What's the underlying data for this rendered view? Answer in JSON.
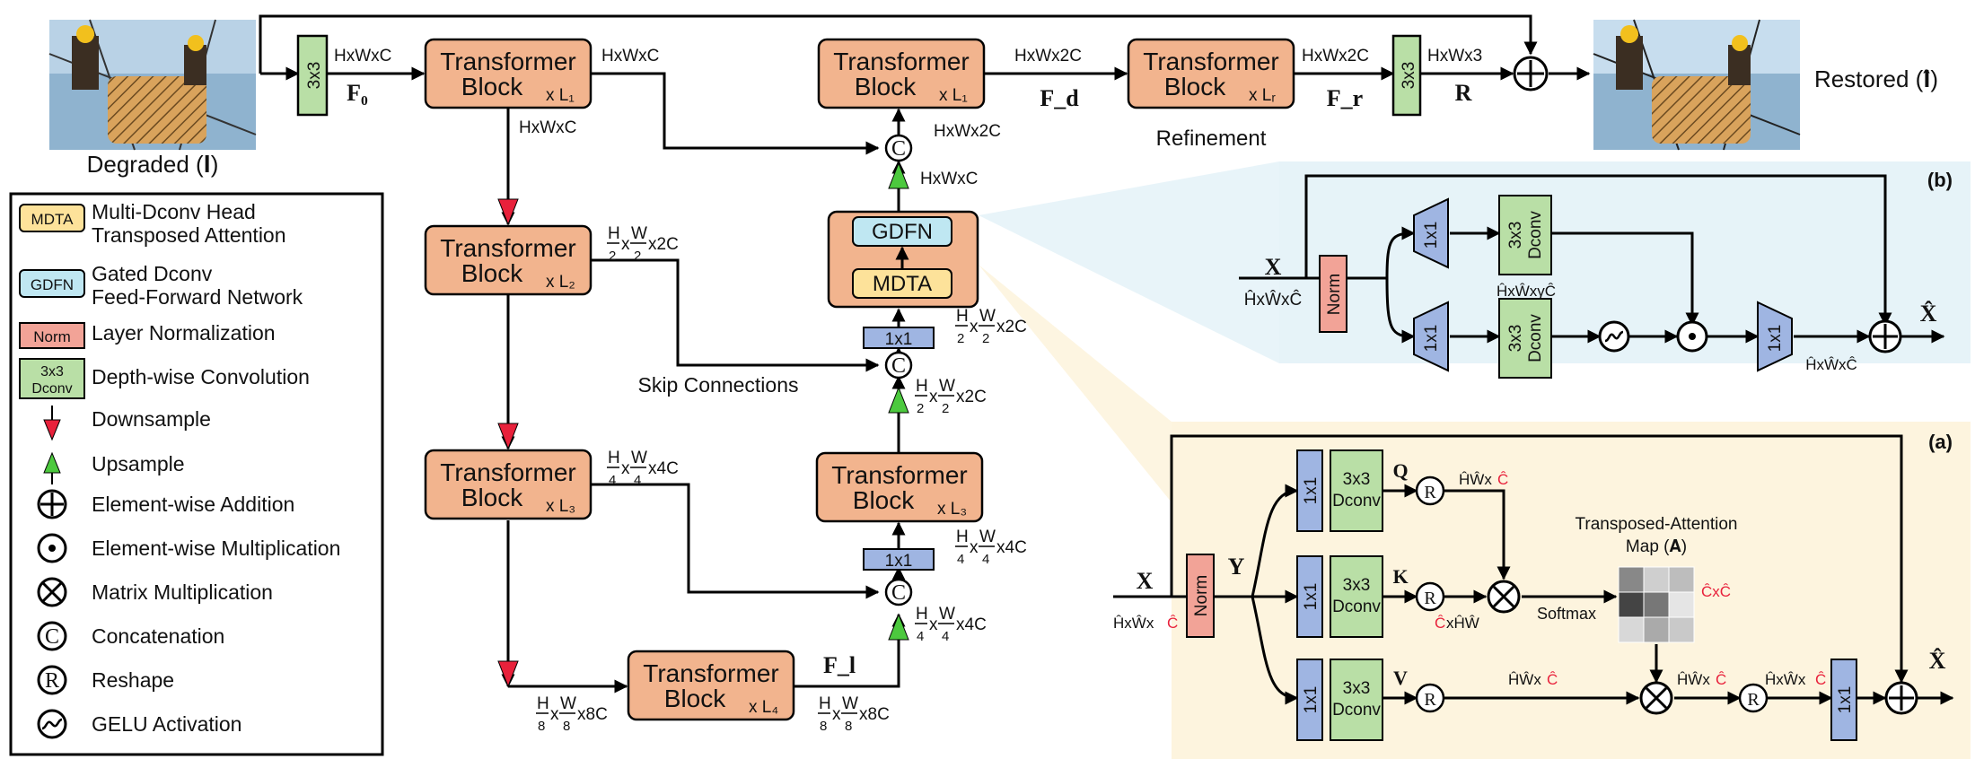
{
  "colors": {
    "transformer": "#f2b48e",
    "conv3x3": "#b9dfa6",
    "conv1x1": "#9fb5e2",
    "norm": "#f2a397",
    "mdta": "#fde29a",
    "gdfn": "#bfe7f2",
    "panel_b_bg": "#e6f3f8",
    "panel_a_bg": "#fdf4de",
    "downsample": "#e8213b",
    "upsample": "#4cc93e"
  },
  "images": {
    "degraded_label": "Degraded (𝐈)",
    "restored_label": "Restored (𝐈̂)"
  },
  "main": {
    "block_line1": "Transformer",
    "block_line2": "Block",
    "L1": "x L₁",
    "L2": "x L₂",
    "L3": "x L₃",
    "L4": "x L₄",
    "Lr": "x Lᵣ",
    "conv3x3": "3x3",
    "conv1x1": "1x1",
    "F0": "F₀",
    "Fd": "F_d",
    "Fr": "F_r",
    "R": "R",
    "Fl": "F_l",
    "dim_hwc": "HxWxC",
    "dim_hwc_below": "HxWxC",
    "dim_hw2c_top": "HxWx2C",
    "dim_hw2c_top2": "HxWx2C",
    "dim_hw3": "HxWx3",
    "dim_hw2c_mid": "HxWx2C",
    "dim_hwc_up": "HxWxC",
    "refinement": "Refinement",
    "skip_connections": "Skip Connections",
    "gdfn": "GDFN",
    "mdta": "MDTA",
    "concat": "C",
    "dim_l2": "x2C",
    "dim_l3": "x4C",
    "dim_l4": "x8C",
    "dim_up2a": "x2C",
    "dim_up2b": "x2C",
    "dim_up3a": "x4C",
    "dim_up3b": "x4C",
    "dim_l4r": "x8C"
  },
  "legend": {
    "mdta_tag": "MDTA",
    "mdta_text1": "Multi-Dconv Head",
    "mdta_text2": "Transposed Attention",
    "gdfn_tag": "GDFN",
    "gdfn_text1": "Gated Dconv",
    "gdfn_text2": "Feed-Forward Network",
    "norm_tag": "Norm",
    "norm_text": "Layer Normalization",
    "dconv_tag1": "3x3",
    "dconv_tag2": "Dconv",
    "dconv_text": "Depth-wise Convolution",
    "downsample": "Downsample",
    "upsample": "Upsample",
    "add": "Element-wise Addition",
    "mul": "Element-wise Multiplication",
    "matmul": "Matrix Multiplication",
    "concat": "Concatenation",
    "reshape": "Reshape",
    "gelu": "GELU Activation"
  },
  "panel_b": {
    "tag": "(b)",
    "x": "X",
    "x_hat": "X̂",
    "in_dim": "ĤxŴxĈ",
    "mid_dim": "ĤxŴxγĈ",
    "out_dim": "ĤxŴxĈ",
    "norm": "Norm",
    "conv1x1": "1x1",
    "conv3x3": "3x3",
    "dconv": "Dconv"
  },
  "panel_a": {
    "tag": "(a)",
    "x": "X",
    "x_hat": "X̂",
    "y": "Y",
    "q": "Q",
    "k": "K",
    "v": "V",
    "norm": "Norm",
    "conv1x1": "1x1",
    "conv3x3": "3x3",
    "dconv": "Dconv",
    "in_dim_prefix": "ĤxŴx",
    "c_hat": "Ĉ",
    "q_dim_prefix": "ĤŴx",
    "k_dim_suffix": "xĤŴ",
    "v_dim_prefix": "ĤŴx",
    "attn_out_prefix": "ĤŴx",
    "reshape_out_prefix": "ĤxŴx",
    "map_title1": "Transposed-Attention",
    "map_title2": "Map (𝐀)",
    "map_dim": "ĈxĈ",
    "softmax": "Softmax",
    "reshape": "R"
  }
}
